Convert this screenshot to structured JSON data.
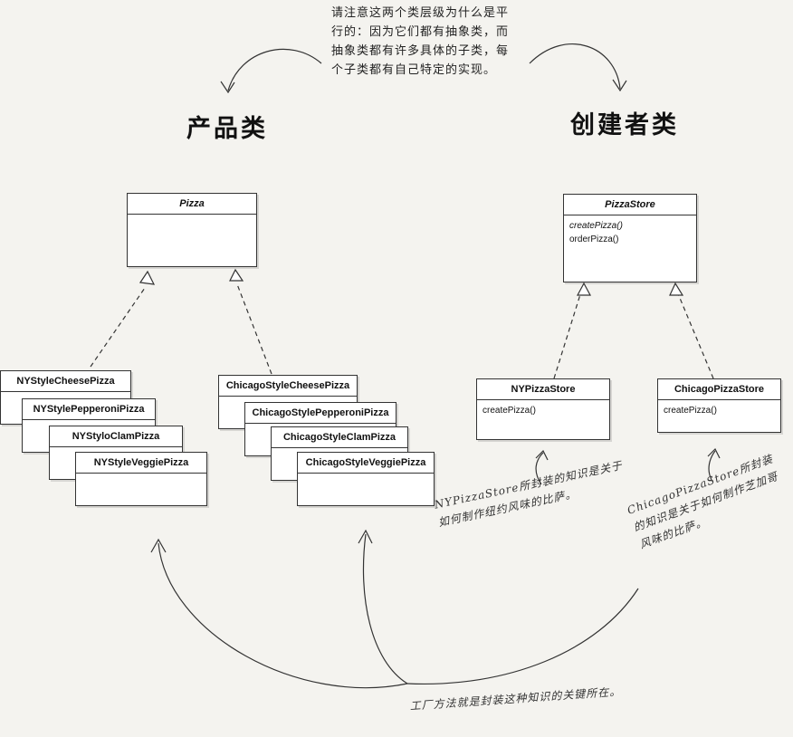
{
  "top_note": "请注意这两个类层级为什么是平行的：因为它们都有抽象类，而抽象类都有许多具体的子类，每个子类都有自己特定的实现。",
  "headings": {
    "product": "产品类",
    "creator": "创建者类"
  },
  "product": {
    "abstract": "Pizza",
    "ny_classes": [
      "NYStyleCheesePizza",
      "NYStylePepperoniPizza",
      "NYStyloClamPizza",
      "NYStyleVeggiePizza"
    ],
    "chicago_classes": [
      "ChicagoStyleCheesePizza",
      "ChicagoStylePepperoniPizza",
      "ChicagoStyleClamPizza",
      "ChicagoStyleVeggiePizza"
    ]
  },
  "creator": {
    "abstract": "PizzaStore",
    "abstract_methods": [
      "createPizza()",
      "orderPizza()"
    ],
    "ny_store": "NYPizzaStore",
    "ny_store_method": "createPizza()",
    "chicago_store": "ChicagoPizzaStore",
    "chicago_store_method": "createPizza()"
  },
  "notes": {
    "ny_note": "NYPizzaStore所封装的知识是关于如何制作纽约风味的比萨。",
    "chicago_note": "ChicagoPizzaStore所封装的知识是关于如何制作芝加哥风味的比萨。",
    "bottom_note": "工厂方法就是封装这种知识的关键所在。"
  }
}
